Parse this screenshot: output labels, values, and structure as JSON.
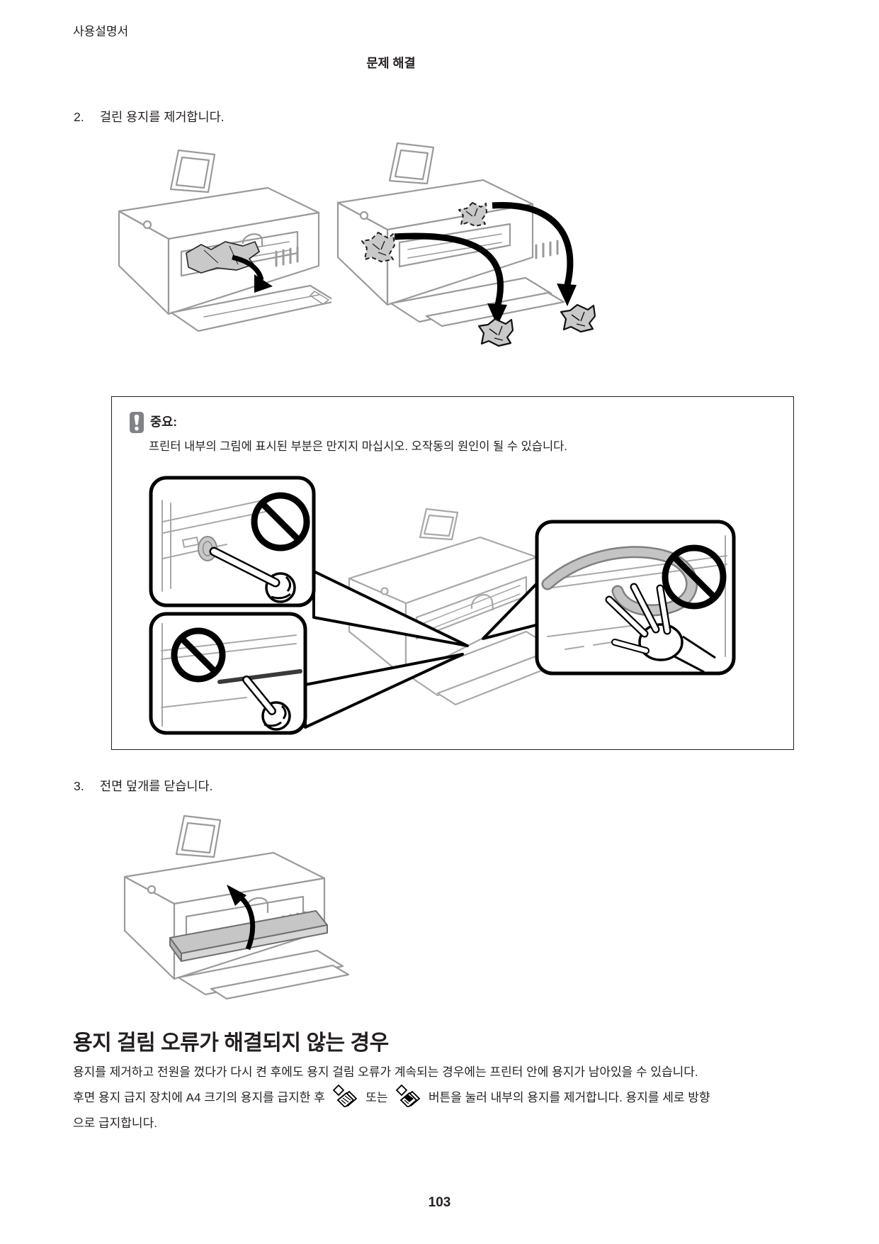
{
  "page": {
    "doc_title": "사용설명서",
    "chapter_title": "문제 해결",
    "page_number": "103"
  },
  "steps": {
    "step2": {
      "number": "2.",
      "text": "걸린 용지를 제거합니다."
    },
    "step3": {
      "number": "3.",
      "text": "전면 덮개를 닫습니다."
    }
  },
  "important_box": {
    "label": "중요:",
    "body": "프린터 내부의 그림에 표시된 부분은 만지지 마십시오. 오작동의 원인이 될 수 있습니다."
  },
  "section": {
    "heading": "용지 걸림 오류가 해결되지 않는 경우",
    "paragraph1": "용지를 제거하고 전원을 껐다가 다시 켠 후에도 용지 걸림 오류가 계속되는 경우에는 프린터 안에 용지가 남아있을 수 있습니다.",
    "paragraph2": {
      "before_icons": "후면 용지 급지 장치에 A4 크기의 용지를 급지한 후",
      "between_icons": "또는",
      "after_icons": "버튼을 눌러 내부의 용지를 제거합니다. 용지를 세로 방향",
      "line2": "으로 급지합니다."
    }
  },
  "figures": {
    "fig_step2_a": "printer-front-paper-jam-removal",
    "fig_step2_b": "printer-crumpled-paper-removal",
    "fig_important": "printer-do-not-touch-areas",
    "fig_step3": "printer-close-front-cover"
  },
  "colors": {
    "text": "#231f20",
    "line_art_gray": "#9a9a9a",
    "paper_fill": "#c9c9c9",
    "important_icon_bg": "#808285",
    "box_border": "#231f20",
    "prohibition": "#000000"
  }
}
